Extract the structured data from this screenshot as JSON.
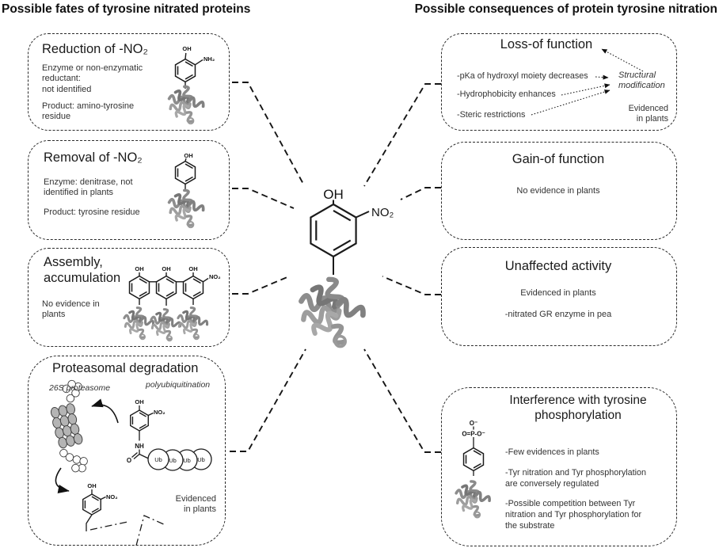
{
  "titles": {
    "left": "Possible fates of tyrosine nitrated proteins",
    "right": "Possible consequences of protein tyrosine nitration"
  },
  "center": {
    "oh": "OH",
    "no2": "NO₂"
  },
  "fates": {
    "reduction": {
      "title": "Reduction of -NO₂",
      "para1": "Enzyme or non-enzymatic\nreductant:\nnot identified",
      "para2": "Product: amino-tyrosine\nresidue",
      "oh": "OH",
      "nh2": "NH₂"
    },
    "removal": {
      "title": "Removal of -NO₂",
      "para1": "Enzyme: denitrase, not\nidentified in plants",
      "para2": "Product: tyrosine residue",
      "oh": "OH"
    },
    "assembly": {
      "title": "Assembly,\naccumulation",
      "para1": "No evidence in\nplants",
      "oh1": "OH",
      "oh2": "OH",
      "oh3": "OH",
      "no2": "NO₂"
    },
    "proteasomal": {
      "title": "Proteasomal degradation",
      "label_proteasome": "26S proteasome",
      "label_polyub": "polyubiquitination",
      "oh_top": "OH",
      "no2_top": "NO₂",
      "nh": "NH",
      "carbonyl_o": "O",
      "ub": "Ub",
      "oh_bottom": "OH",
      "no2_bottom": "NO₂",
      "evidence": "Evidenced\nin plants"
    }
  },
  "consequences": {
    "loss": {
      "title": "Loss-of function",
      "item1": "-pKa of hydroxyl moiety decreases",
      "item2": "-Hydrophobicity enhances",
      "item3": "-Steric restrictions",
      "structural": "Structural\nmodification",
      "evidence": "Evidenced\nin plants"
    },
    "gain": {
      "title": "Gain-of function",
      "body": "No evidence in plants"
    },
    "unaffected": {
      "title": "Unaffected activity",
      "line1": "Evidenced in plants",
      "line2": "-nitrated GR enzyme in pea"
    },
    "interference": {
      "title": "Interference with tyrosine\nphosphorylation",
      "item1": "-Few evidences in plants",
      "item2": "-Tyr nitration and Tyr phosphorylation\nare conversely regulated",
      "item3": "-Possible competition between Tyr\nnitration and Tyr phosphorylation for\nthe substrate",
      "phos_top": "O⁻",
      "phos_mid": "O=P-O⁻"
    }
  },
  "colors": {
    "ink": "#1b1b1b",
    "body_text": "#333333",
    "protein_gray": "#8f8f8f"
  }
}
